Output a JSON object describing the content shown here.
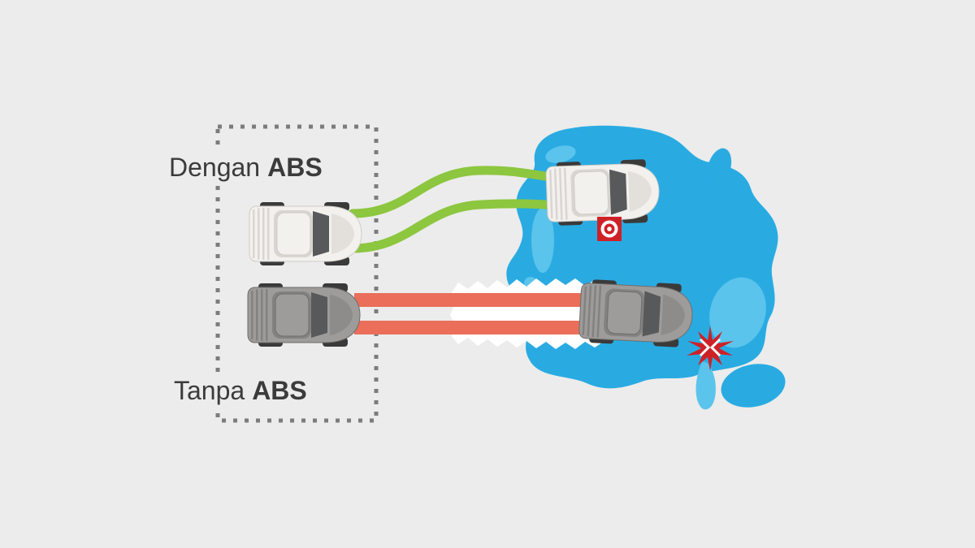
{
  "labels": {
    "with_abs": {
      "prefix": "Dengan",
      "emphasis": "ABS"
    },
    "without_abs": {
      "prefix": "Tanpa",
      "emphasis": "ABS"
    }
  },
  "icons": {
    "target_icon": "bullseye-target-on-red-square",
    "crash_icon": "red-impact-starburst"
  },
  "colors": {
    "background": "#ECECEC",
    "text": "#3B3B3B",
    "dashed_box": "#7C7C7C",
    "puddle": "#29ABE2",
    "puddle_highlight": "#5BC4EC",
    "abs_track": "#8DC63F",
    "no_abs_track": "#EA6E5A",
    "spray": "#FFFFFF",
    "car_white_body": "#F3F1EE",
    "car_white_shade": "#D9D6D1",
    "car_gray_body": "#9D9C9A",
    "car_gray_shade": "#838280",
    "car_dark": "#3A3A3A",
    "glass": "#58595B",
    "alert_red": "#CE2127"
  }
}
